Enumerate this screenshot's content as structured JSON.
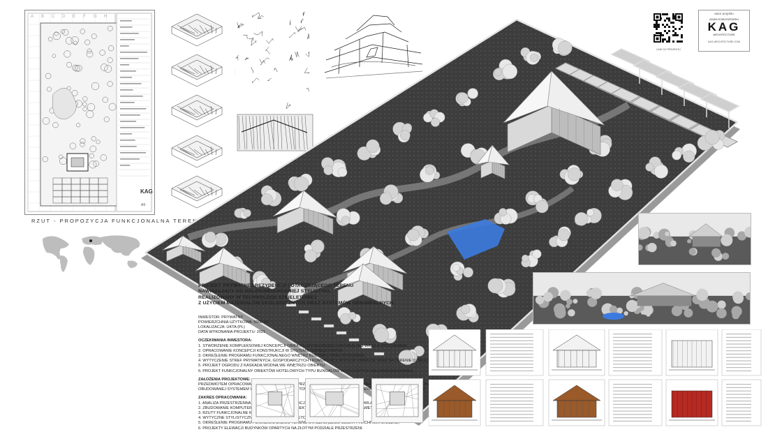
{
  "plan": {
    "title": "RZUT - PROPOZYCJA FUNKCJONALNA TERENU",
    "column_letters": [
      "A",
      "B",
      "C",
      "D",
      "E",
      "F",
      "G",
      "H"
    ],
    "sheet_no": "A9"
  },
  "logo": {
    "text": "KAG",
    "author_label": "autor projektu",
    "author_name": "ADAM KOBUSZEWSKI",
    "studio": "ARCHITECTURE",
    "url": "KAG-ARCHITECTURE.COM",
    "qr_caption": "LINK DO PROJEKTU"
  },
  "project": {
    "title_lines": [
      "PROJEKT PRYWATNEJ REZYDENCJI I OTACZAJĄCEGO TERENU",
      "NAWIĄZUJĄCY DO DALEKOWSCHODNIEJ STYLISTYKI,",
      "REALIZOWANY W TECHNOLOGII SZKIELETOWEJ",
      "Z UŻYCIEM MATERIAŁÓW EKOLOGICZNYCH ORAZ SYSTEMÓW ODNAWIALNYCH."
    ],
    "info": [
      "INWESTOR: PRYWATNY",
      "POWIERZCHNIA UŻYTKOWA: 5000 M2",
      "LOKALIZACJA: UKTA (PL)",
      "DATA WYKONANIA PROJEKTU: 2021"
    ],
    "expectations_heading": "OCZEKIWANIA INWESTORA:",
    "expectations": [
      "1. STWORZENIE KOMPLEKSOWEJ KONCEPCJI OBIEKTU UŻYTECZNOŚCI MIESZKALNEJ WRAZ Z OTOCZENIEM;",
      "2. OPRACOWANIE  KONCEPCJI KONSTRUKCJI W SYSTEMIE SZKIELETOWYM;",
      "3. OKREŚLENIE PROGRAMU FUNKCJONALNEGO WNĘTRZ BUDYNKU ORAZ OTOCZENIA;",
      "4. WYTYCZENIE STREF PRYWATNYCH, GOSPODARCZYCH I KOMUNIKACYJNYCH W OBIEKCIE ORAZ NA TERENIE DZIAŁKI;",
      "5. PROJEKT OGRODU Z KASKADĄ WODNĄ WE WNĘTRZU OBIEKTU;",
      "6. PROJEKT FUNKCJONALNY OBIEKTÓW HOTELOWYCH TYPU BUNGALÓW W STYLISTYCE DALEKOWSCHODNIEJ;"
    ],
    "assumptions_heading": "ZAŁOŻENIA PROJEKTOWE:",
    "assumptions": [
      "PRZEDMIOTEM OPRACOWANIA BYŁO STWORZENIE PRZESTRZENI MIESZKALNEJ OPARTEJ NA WYTYCZNYCH INWESTORA,",
      "OBUDOWANEJ SYSTEMEM W TECHNOLOGII SZKIELETOWEJ I DALEKOWSCHODNIMI ROZWIĄZANIAMI STYLISTYCZNYMI."
    ],
    "scope_heading": "ZAKRES OPRACOWANIA:",
    "scope": [
      "1. ANALIZA PRZESTRZENNA I PROPOZYCJA LOKALIZACJI OBIEKTÓW NA DZIAŁCE BUDOWLANEJ;",
      "2. ZBUDOWANIE KOMPUTEROWEGO MODELU 3D OBIEKTÓW W OPARCIU O DANE PARAMETRYCZNE;",
      "3. RZUTY FUNKCJONALNE KONDYGNACJI;",
      "4. WYTYCZNE STYLISTYCZNE KONSTRUKCJI SZKIELETOWEJ;",
      "5. OKREŚLENIE PROGRAMU FUNKCJONALNEGO TERENU OTACZAJĄCEGO OBIEKTY ARCHITEKTONICZNE;",
      "6. PROJEKTY ELEWACJI BUDYNKÓW OPARTYCH NA ZŁOTYM PODZIALE PRZESTRZENI."
    ]
  },
  "colors": {
    "accent_water": "#3b7be0",
    "facade_wood": "#9a5a2a",
    "facade_red": "#b52a22",
    "ink": "#222222"
  }
}
